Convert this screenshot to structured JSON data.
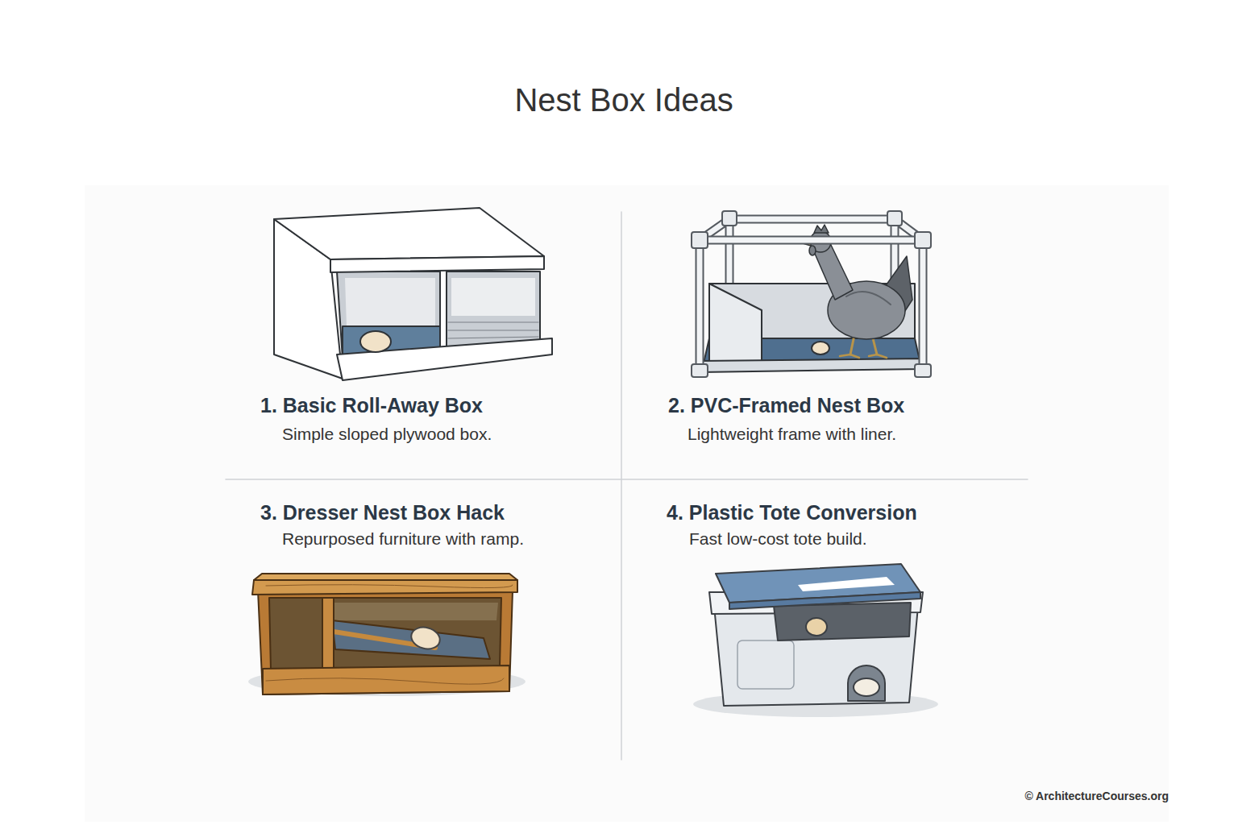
{
  "diagram": {
    "title": "Nest Box Ideas",
    "labels": [
      "1. Basic Roll-Away Box",
      "Simple sloped plywood box.",
      "2. PVC-Framed Nest Box",
      "Lightweight frame with liner.",
      "3. Dresser Nest Box Hack",
      "Repurposed furniture with ramp.",
      "4. Plastic Tote Conversion",
      "Fast low-cost tote build.",
      "© ArchitectureCourses.org"
    ]
  }
}
